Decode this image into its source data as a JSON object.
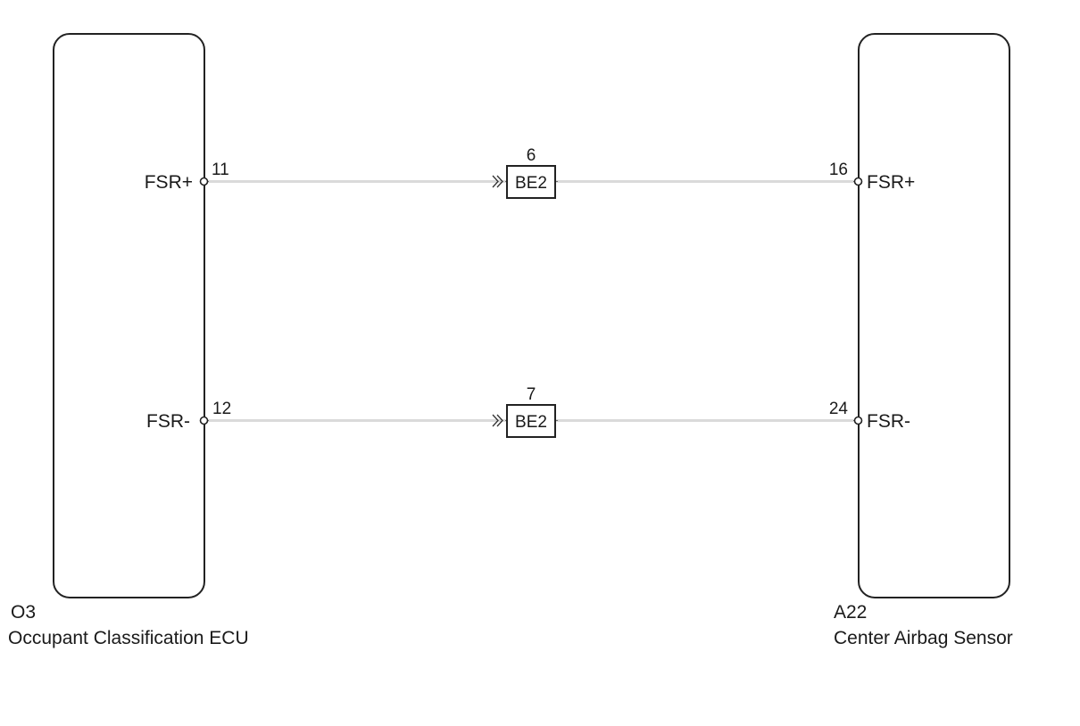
{
  "components": [
    {
      "code": "O3",
      "name": "Occupant Classification ECU",
      "pins": [
        {
          "signal": "FSR+",
          "pin": "11"
        },
        {
          "signal": "FSR-",
          "pin": "12"
        }
      ]
    },
    {
      "code": "A22",
      "name": "Center Airbag Sensor",
      "pins": [
        {
          "signal": "FSR+",
          "pin": "16"
        },
        {
          "signal": "FSR-",
          "pin": "24"
        }
      ]
    }
  ],
  "junctions": [
    {
      "connector": "BE2",
      "pin": "6"
    },
    {
      "connector": "BE2",
      "pin": "7"
    }
  ]
}
